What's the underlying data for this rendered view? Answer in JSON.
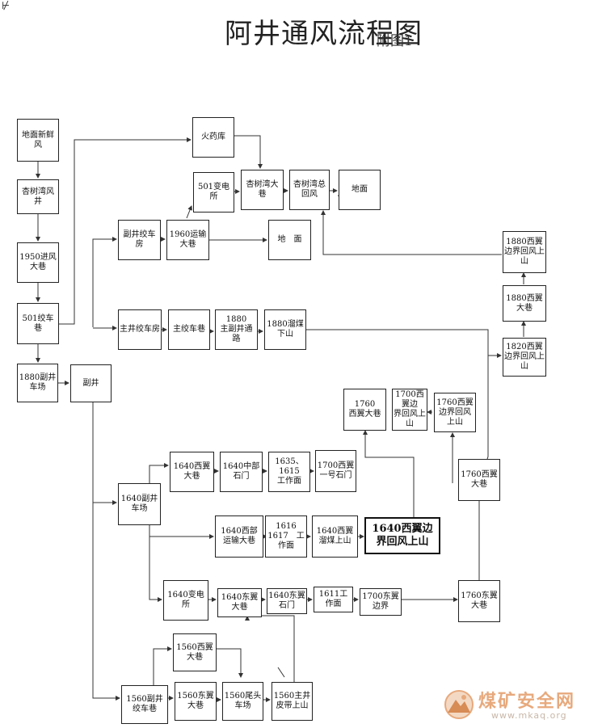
{
  "header": {
    "title": "阿井通风流程图",
    "subtitle": "附图1",
    "corner_mark": "⊬"
  },
  "nodes": [
    {
      "id": "fresh",
      "label": "地面新鲜风"
    },
    {
      "id": "xc_shaft",
      "label": "杏树湾风井"
    },
    {
      "id": "in1950",
      "label": "1950进风大巷"
    },
    {
      "id": "winch501",
      "label": "501绞车巷"
    },
    {
      "id": "fu1880",
      "label": "1880副井车场"
    },
    {
      "id": "fujing",
      "label": "副井"
    },
    {
      "id": "magazine",
      "label": "火药库"
    },
    {
      "id": "sub501",
      "label": "501变电所"
    },
    {
      "id": "xc_main",
      "label": "杏树湾大巷"
    },
    {
      "id": "xc_return",
      "label": "杏树湾总回风"
    },
    {
      "id": "surface1",
      "label": "地面"
    },
    {
      "id": "fu_winch_room",
      "label": "副井绞车房"
    },
    {
      "id": "trans1960",
      "label": "1960运输大巷"
    },
    {
      "id": "surface2",
      "label": "地　面"
    },
    {
      "id": "zhu_winch_room",
      "label": "主井绞车房"
    },
    {
      "id": "zhu_winch_lane",
      "label": "主绞车巷"
    },
    {
      "id": "zhu_fu_1880",
      "label": "1880\n主副井通路"
    },
    {
      "id": "slide1880",
      "label": "1880溜煤下山"
    },
    {
      "id": "w_return_1880",
      "label": "1880西翼\n边界回风上山"
    },
    {
      "id": "w_main_1880",
      "label": "1880西翼大巷"
    },
    {
      "id": "w_up_1820",
      "label": "1820西翼\n边界回风上山"
    },
    {
      "id": "w_main_1760",
      "label": "1760\n西翼大巷"
    },
    {
      "id": "w_edge_1700",
      "label": "1700西翼边\n界回风上山"
    },
    {
      "id": "w_edge_1760",
      "label": "1760西翼\n边界回风上山"
    },
    {
      "id": "w_lane_1760",
      "label": "1760西翼大巷"
    },
    {
      "id": "yard1640",
      "label": "1640副井车场"
    },
    {
      "id": "w_main_1640",
      "label": "1640西翼大巷"
    },
    {
      "id": "mid_gate_1640",
      "label": "1640中部石门"
    },
    {
      "id": "face_1635",
      "label": "1635、1615\n工作面"
    },
    {
      "id": "gate1_1700",
      "label": "1700西翼\n一号石门"
    },
    {
      "id": "w_trans_1640",
      "label": "1640西部\n运输大巷"
    },
    {
      "id": "face_1616",
      "label": "1616\n1617　工作面"
    },
    {
      "id": "w_slide_1640",
      "label": "1640西翼\n溜煤上山"
    },
    {
      "id": "w_edge_1640",
      "label": "1640西翼边\n界回风上山"
    },
    {
      "id": "sub1640",
      "label": "1640变电所"
    },
    {
      "id": "e_main_1640",
      "label": "1640东翼大巷"
    },
    {
      "id": "e_gate_1640",
      "label": "1640东翼石门"
    },
    {
      "id": "face_1611",
      "label": "1611工作面"
    },
    {
      "id": "e_edge_1700",
      "label": "1700东翼边界"
    },
    {
      "id": "e_main_1760",
      "label": "1760东翼大巷"
    },
    {
      "id": "w_main_1560",
      "label": "1560西翼大巷"
    },
    {
      "id": "winch1560",
      "label": "1560副井\n绞车巷"
    },
    {
      "id": "e_main_1560",
      "label": "1560东翼大巷"
    },
    {
      "id": "tail1560",
      "label": "1560尾头车场"
    },
    {
      "id": "belt1560",
      "label": "1560主井\n皮带上山"
    }
  ],
  "watermark": {
    "text": "煤矿安全网",
    "url": "www.mkaq.org",
    "color": "#e7a97c"
  }
}
